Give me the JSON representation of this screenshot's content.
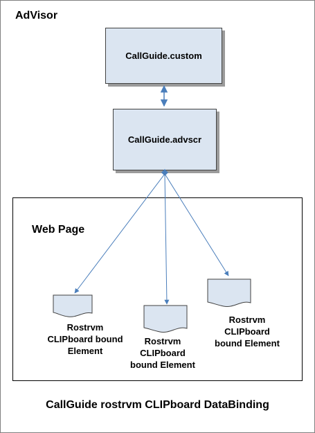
{
  "diagram": {
    "outer_title": "AdVisor",
    "top_box": "CallGuide.custom",
    "middle_box": "CallGuide.advscr",
    "group_title": "Web Page",
    "documents": [
      {
        "lines": [
          "Rostrvm",
          "CLIPboard bound",
          "Element"
        ]
      },
      {
        "lines": [
          "Rostrvm",
          "CLIPboard",
          "bound Element"
        ]
      },
      {
        "lines": [
          "Rostrvm",
          "CLIPboard",
          "bound Element"
        ]
      }
    ],
    "caption": "CallGuide rostrvm CLIPboard DataBinding"
  },
  "colors": {
    "box_fill": "#dbe5f1",
    "box_border": "#404040",
    "shadow": "#9b9b9b",
    "arrow": "#4a7ebb"
  }
}
